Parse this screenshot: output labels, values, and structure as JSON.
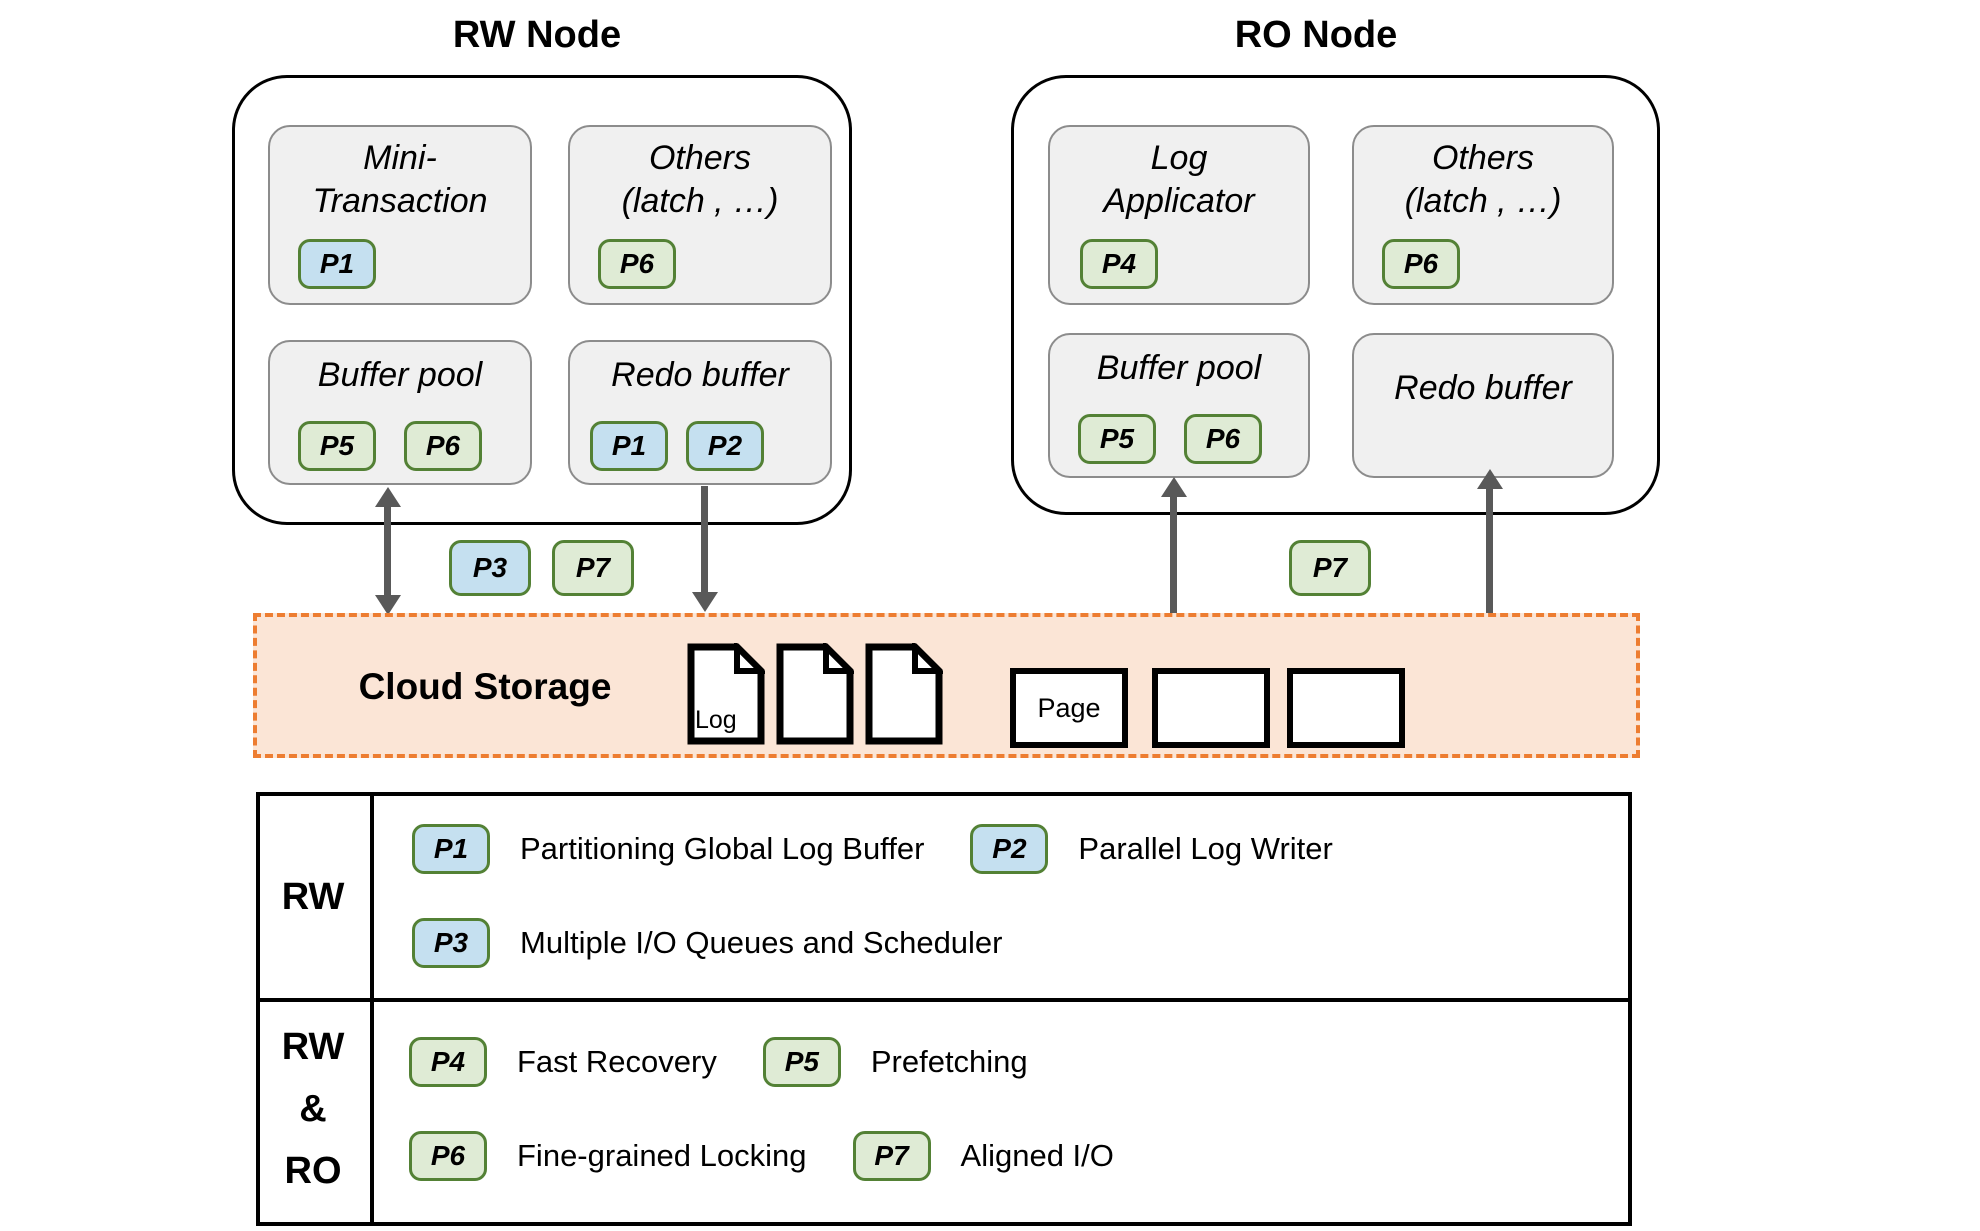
{
  "rw_node": {
    "title": "RW Node",
    "mini_transaction": {
      "line1": "Mini-",
      "line2": "Transaction",
      "badges": [
        {
          "id": "P1",
          "color": "blue"
        }
      ]
    },
    "others": {
      "line1": "Others",
      "line2": "(latch , …)",
      "badges": [
        {
          "id": "P6",
          "color": "green"
        }
      ]
    },
    "buffer_pool": {
      "label": "Buffer pool",
      "badges": [
        {
          "id": "P5",
          "color": "green"
        },
        {
          "id": "P6",
          "color": "green"
        }
      ]
    },
    "redo_buffer": {
      "label": "Redo buffer",
      "badges": [
        {
          "id": "P1",
          "color": "blue"
        },
        {
          "id": "P2",
          "color": "blue"
        }
      ]
    }
  },
  "ro_node": {
    "title": "RO Node",
    "log_applicator": {
      "line1": "Log",
      "line2": "Applicator",
      "badges": [
        {
          "id": "P4",
          "color": "green"
        }
      ]
    },
    "others": {
      "line1": "Others",
      "line2": "(latch , …)",
      "badges": [
        {
          "id": "P6",
          "color": "green"
        }
      ]
    },
    "buffer_pool": {
      "label": "Buffer pool",
      "badges": [
        {
          "id": "P5",
          "color": "green"
        },
        {
          "id": "P6",
          "color": "green"
        }
      ]
    },
    "redo_buffer": {
      "label": "Redo buffer",
      "badges": []
    }
  },
  "connector_badges": {
    "rw_to_storage": [
      {
        "id": "P3",
        "color": "blue"
      },
      {
        "id": "P7",
        "color": "green"
      }
    ],
    "storage_to_ro": [
      {
        "id": "P7",
        "color": "green"
      }
    ]
  },
  "cloud_storage": {
    "title": "Cloud Storage",
    "log_file_label": "Log",
    "page_block_label": "Page"
  },
  "legend": {
    "rows": [
      {
        "scope": "RW",
        "items": [
          {
            "id": "P1",
            "color": "blue",
            "label": "Partitioning Global Log Buffer"
          },
          {
            "id": "P2",
            "color": "blue",
            "label": "Parallel Log Writer"
          },
          {
            "id": "P3",
            "color": "blue",
            "label": "Multiple I/O Queues and Scheduler"
          }
        ]
      },
      {
        "scope_lines": [
          "RW",
          "&",
          "RO"
        ],
        "items": [
          {
            "id": "P4",
            "color": "green",
            "label": "Fast Recovery"
          },
          {
            "id": "P5",
            "color": "green",
            "label": "Prefetching"
          },
          {
            "id": "P6",
            "color": "green",
            "label": "Fine-grained Locking"
          },
          {
            "id": "P7",
            "color": "green",
            "label": "Aligned I/O"
          }
        ]
      }
    ]
  },
  "colors": {
    "badge_blue_fill": "#C5E0F0",
    "badge_green_fill": "#DFEBD5",
    "badge_border": "#538135",
    "component_box_fill": "#F0F0F0",
    "component_box_border": "#8C8C8C",
    "cloud_fill": "#FBE5D6",
    "cloud_border": "#ED7D31",
    "arrow": "#595959"
  }
}
